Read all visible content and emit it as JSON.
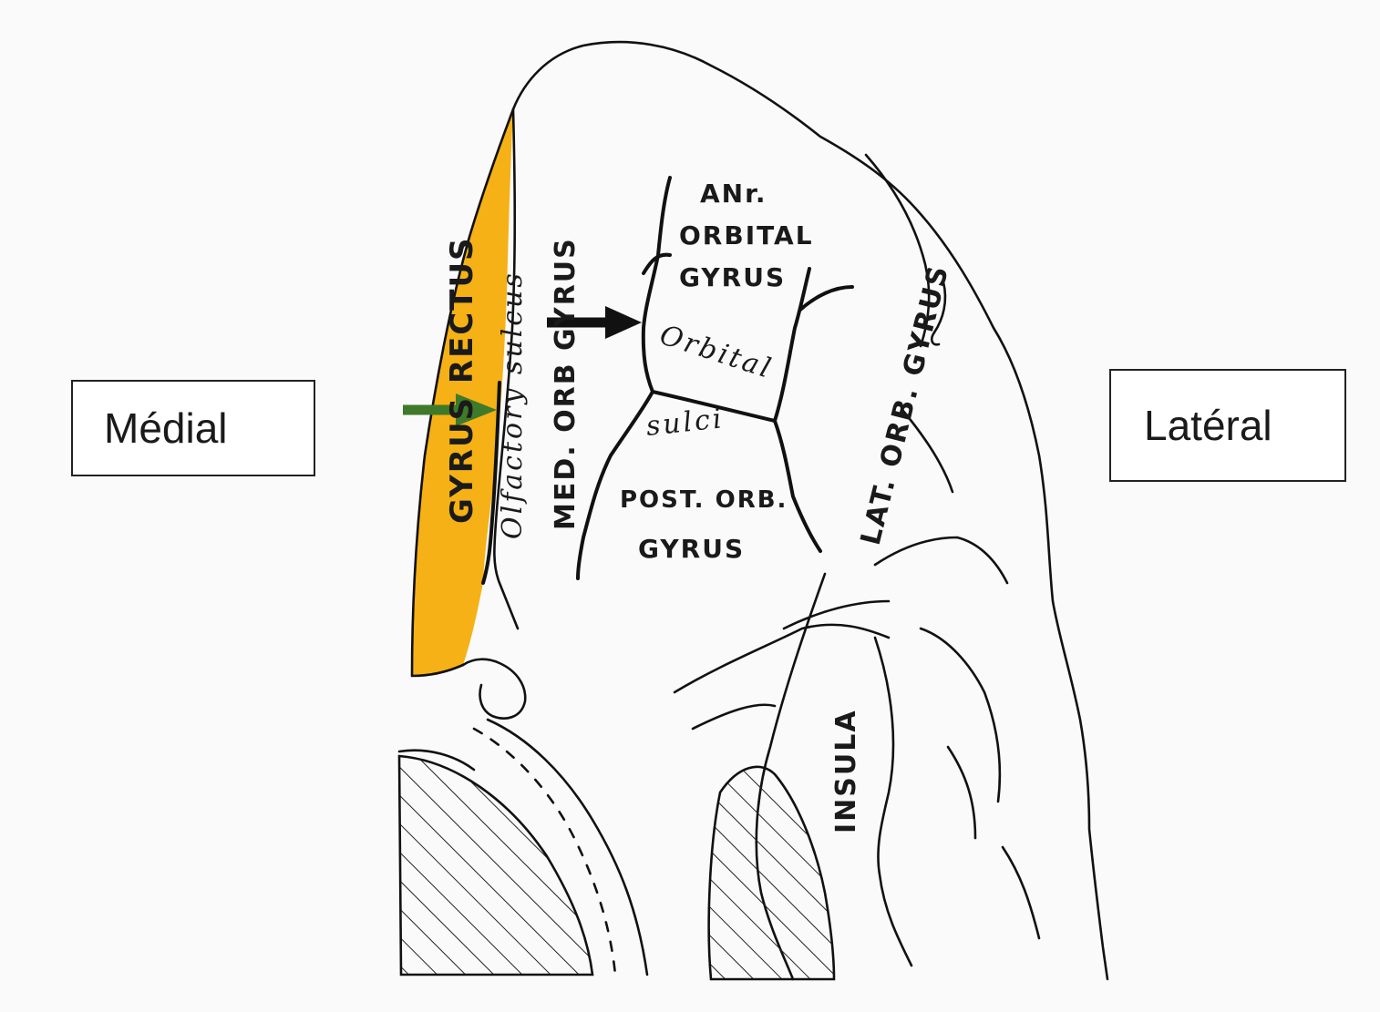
{
  "side_labels": {
    "medial": "Médial",
    "lateral": "Latéral"
  },
  "regions": {
    "gyrus_rectus": "GYRUS RECTUS",
    "olfactory_sulcus": "Olfactory sulcus",
    "med_orb_gyrus": "MED. ORB GYRUS",
    "ant_orbital_line1": "ANr.",
    "ant_orbital_line2": "ORBITAL",
    "ant_orbital_line3": "GYRUS",
    "orbital_sulci_line1": "Orbital",
    "orbital_sulci_line2": "sulci",
    "post_orb_line1": "POST. ORB.",
    "post_orb_line2": "GYRUS",
    "lat_orb_gyrus": "LAT. ORB. GYRUS",
    "insula": "INSULA"
  },
  "colors": {
    "highlight_gyrus_rectus": "#f5b116",
    "green_arrow": "#3e7a2a",
    "black_arrow": "#111111"
  },
  "arrows": [
    {
      "name": "green-arrow",
      "points_to": "olfactory_sulcus"
    },
    {
      "name": "black-arrow",
      "points_to": "orbital_sulci"
    }
  ]
}
